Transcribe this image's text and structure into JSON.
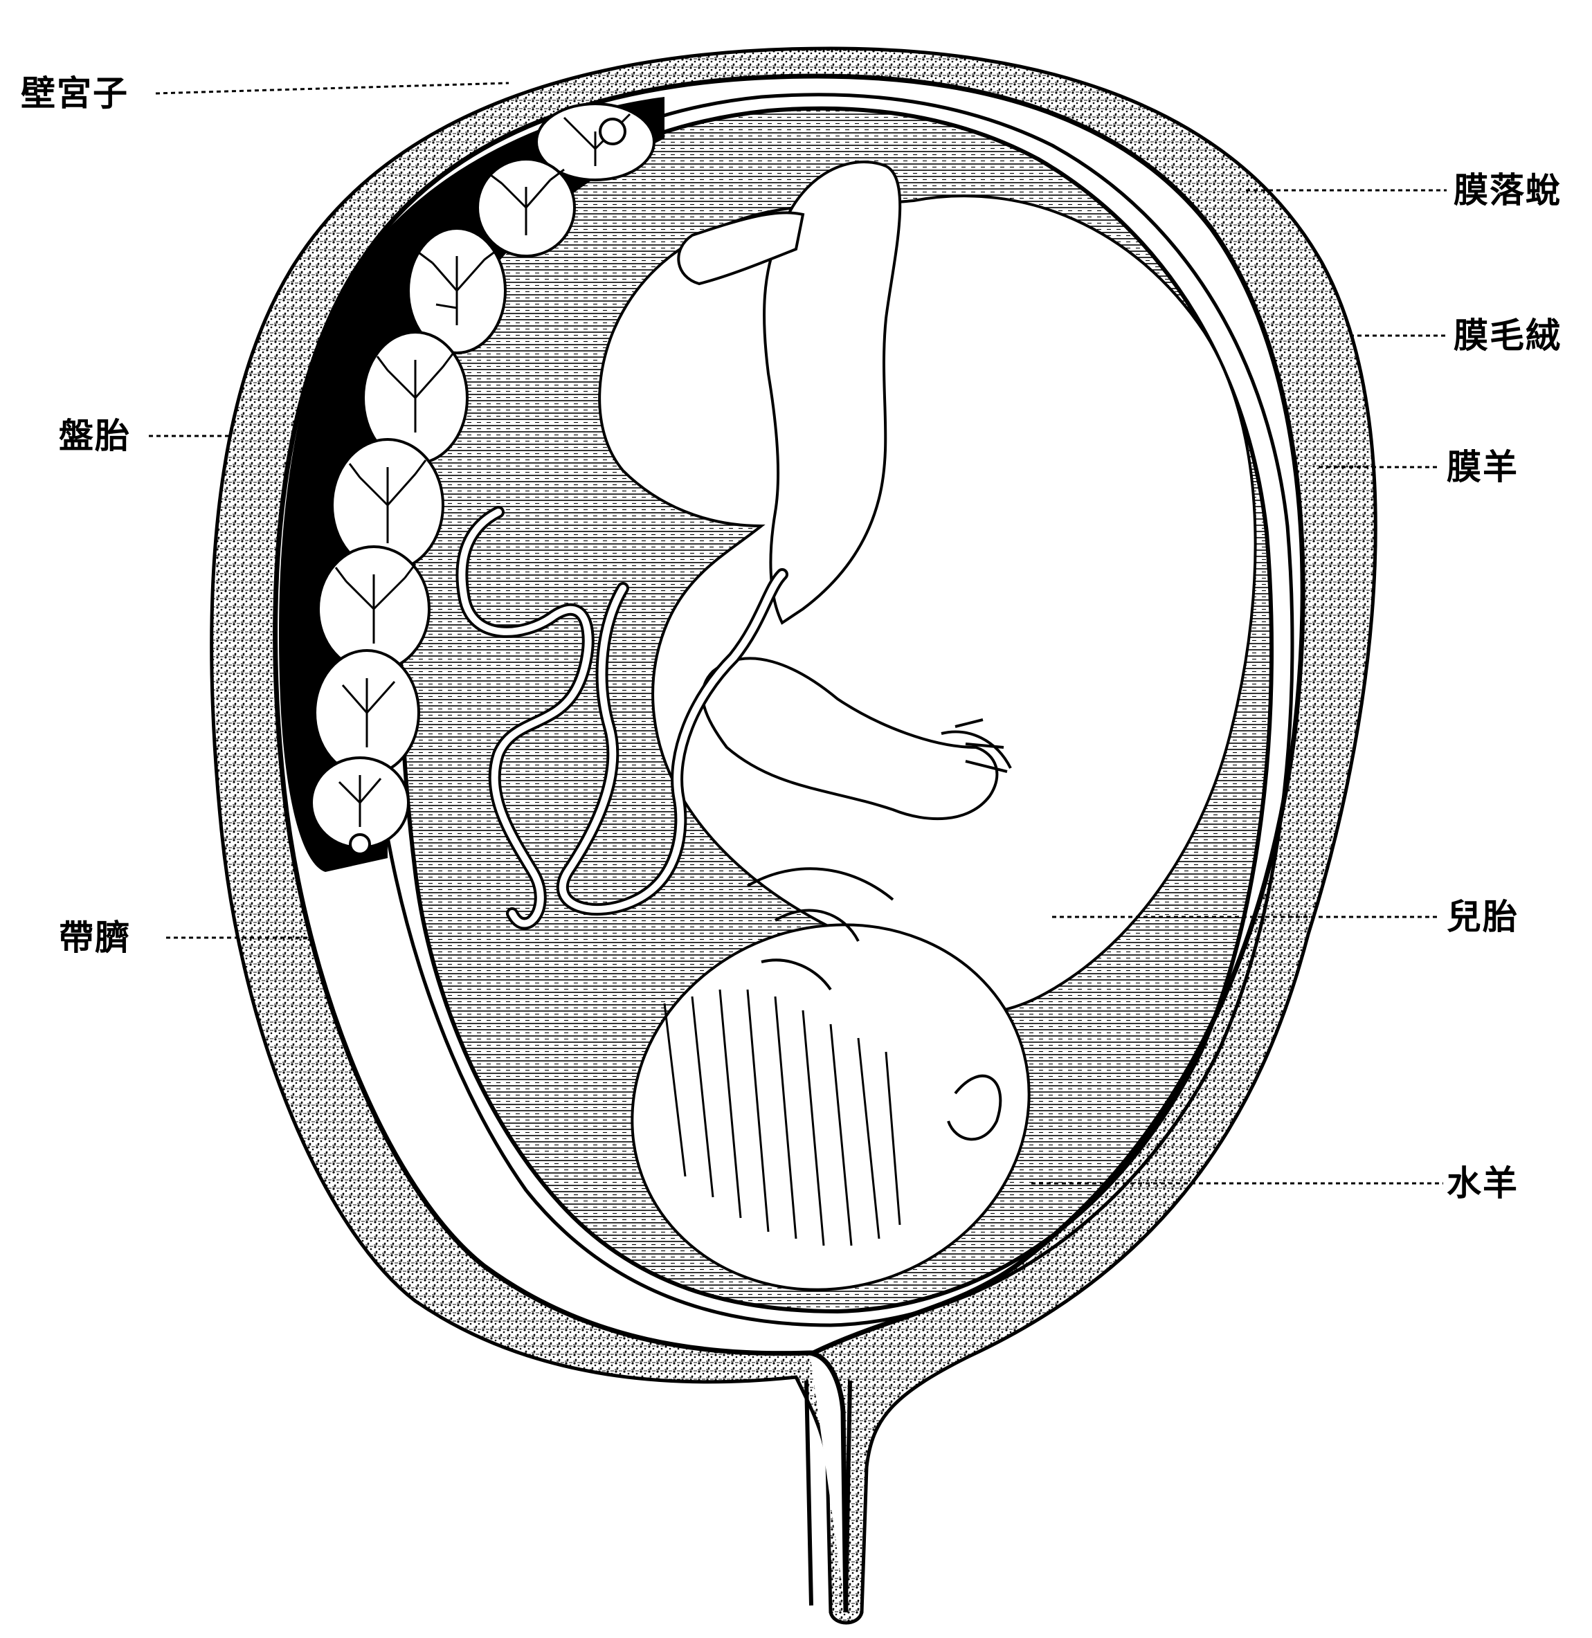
{
  "labels": {
    "uterine_wall": "壁宮子",
    "placenta": "盤胎",
    "umbilical_cord": "帶臍",
    "decidua": "膜落蛻",
    "chorion": "膜毛絨",
    "amnion": "膜羊",
    "fetus": "兒胎",
    "amniotic_fluid": "水羊"
  },
  "colors": {
    "ink": "#000000",
    "paper": "#ffffff"
  }
}
